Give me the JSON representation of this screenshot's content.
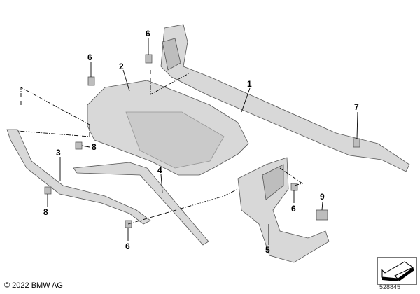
{
  "callouts": {
    "c1": "1",
    "c2": "2",
    "c3": "3",
    "c4": "4",
    "c5": "5",
    "c6a": "6",
    "c6b": "6",
    "c6c": "6",
    "c6d": "6",
    "c7": "7",
    "c8a": "8",
    "c8b": "8",
    "c9": "9"
  },
  "footer": {
    "copyright": "© 2022 BMW AG",
    "diagram_id": "528845"
  },
  "icons": {
    "navigation": "arrow-down-left-icon"
  }
}
